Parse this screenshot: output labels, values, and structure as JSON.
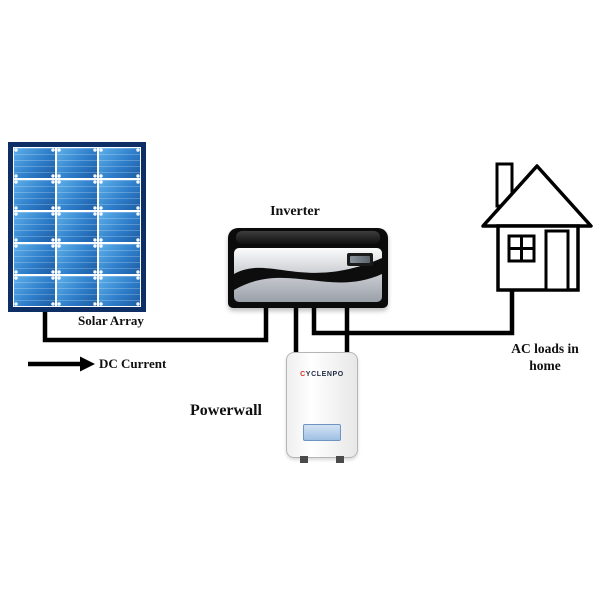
{
  "labels": {
    "solar_array": "Solar Array",
    "dc_current": "DC Current",
    "inverter": "Inverter",
    "powerwall": "Powerwall",
    "ac_loads_line1": "AC loads in",
    "ac_loads_line2": "home"
  },
  "powerwall_unit": {
    "brand": "CYCLENPO"
  },
  "colors": {
    "wire": "#000000",
    "panel_frame": "#0e2f66",
    "panel_cell_light": "#5fb0ea",
    "panel_cell_dark": "#1c5ca3",
    "lcd_blue": "#9fc0e4",
    "inverter_body": "#0b0b0b"
  }
}
